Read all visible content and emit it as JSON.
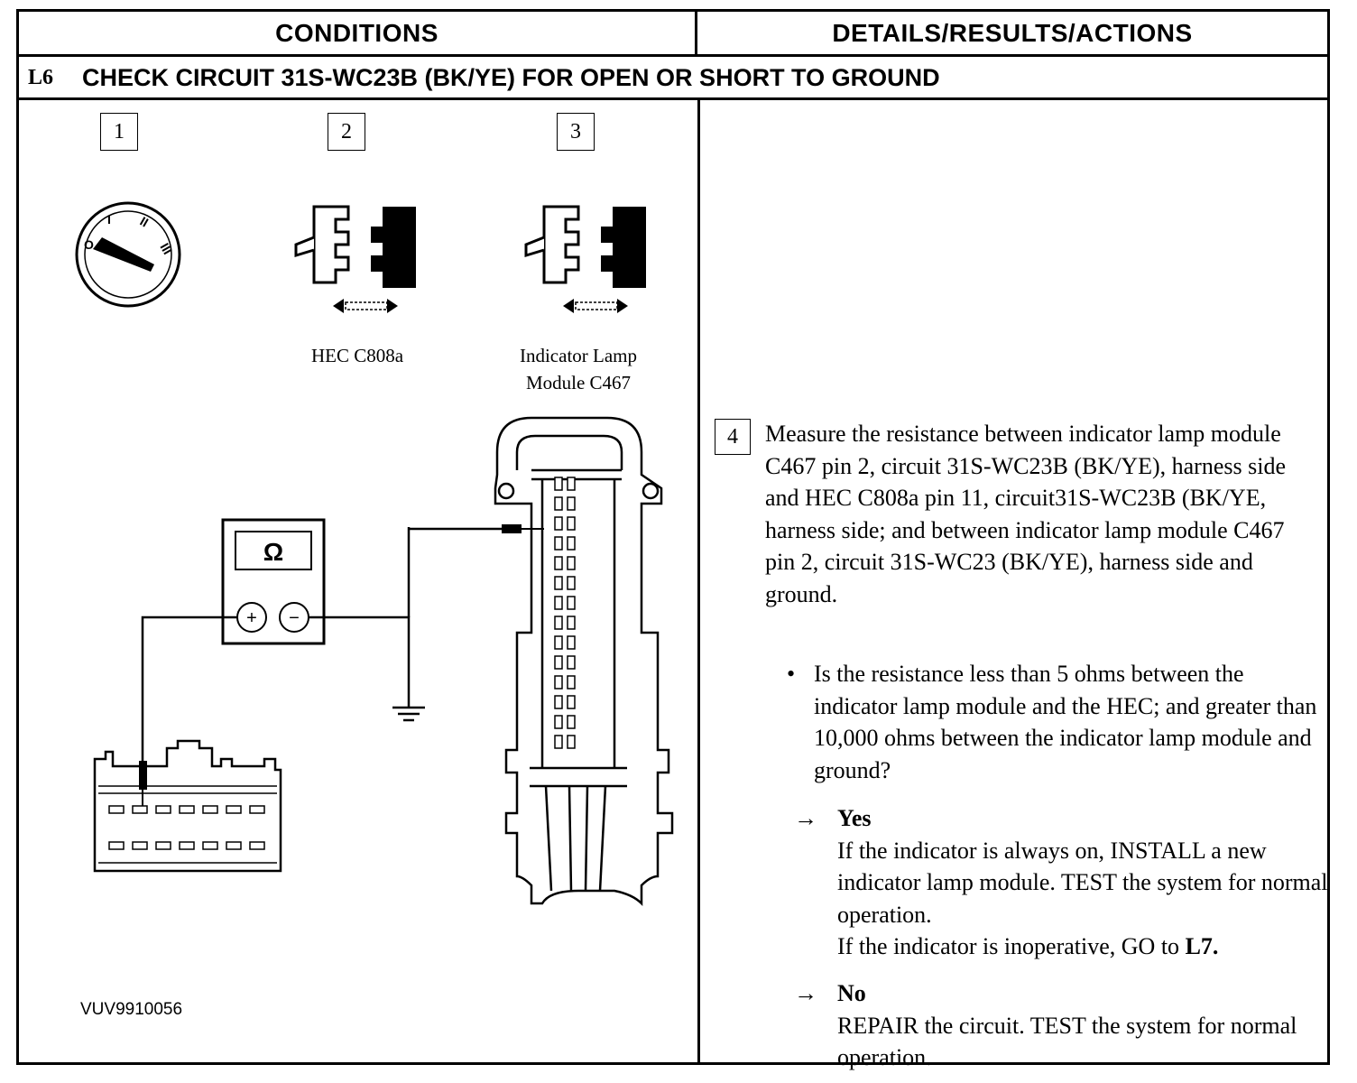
{
  "header": {
    "conditions": "CONDITIONS",
    "details": "DETAILS/RESULTS/ACTIONS"
  },
  "step": {
    "id": "L6",
    "title": "CHECK CIRCUIT 31S-WC23B (BK/YE) FOR OPEN OR SHORT TO GROUND"
  },
  "figure": {
    "step_numbers": [
      "1",
      "2",
      "3"
    ],
    "connector_2_label": "HEC C808a",
    "connector_3_label_line1": "Indicator Lamp",
    "connector_3_label_line2": "Module C467",
    "meter_symbol": "Ω",
    "meter_plus": "+",
    "meter_minus": "−",
    "ignition_positions": [
      "O",
      "I",
      "II",
      "III"
    ],
    "figure_id": "VUV9910056",
    "icons": [
      "ignition-switch-icon",
      "connector-disconnect-icon",
      "ohmmeter-icon",
      "ground-icon"
    ]
  },
  "details": {
    "step_number": "4",
    "instruction": "Measure the resistance between indicator lamp module C467 pin 2, circuit 31S-WC23B (BK/YE), harness side and HEC C808a pin 11, circuit31S-WC23B (BK/YE, harness side; and between indicator lamp module C467 pin 2, circuit 31S-WC23 (BK/YE), harness side and ground.",
    "question": "Is the resistance less than 5 ohms between the indicator lamp module and the HEC; and greater than 10,000 ohms between the indicator lamp module and ground?",
    "bullet": "•",
    "arrow": "→",
    "yes": {
      "label": "Yes",
      "line1": "If the indicator is always on, INSTALL a new indicator lamp module. TEST the system for normal operation.",
      "line2_prefix": "If the indicator is inoperative, GO to ",
      "line2_ref": "L7."
    },
    "no": {
      "label": "No",
      "text": "REPAIR the circuit. TEST the system for normal operation."
    }
  }
}
